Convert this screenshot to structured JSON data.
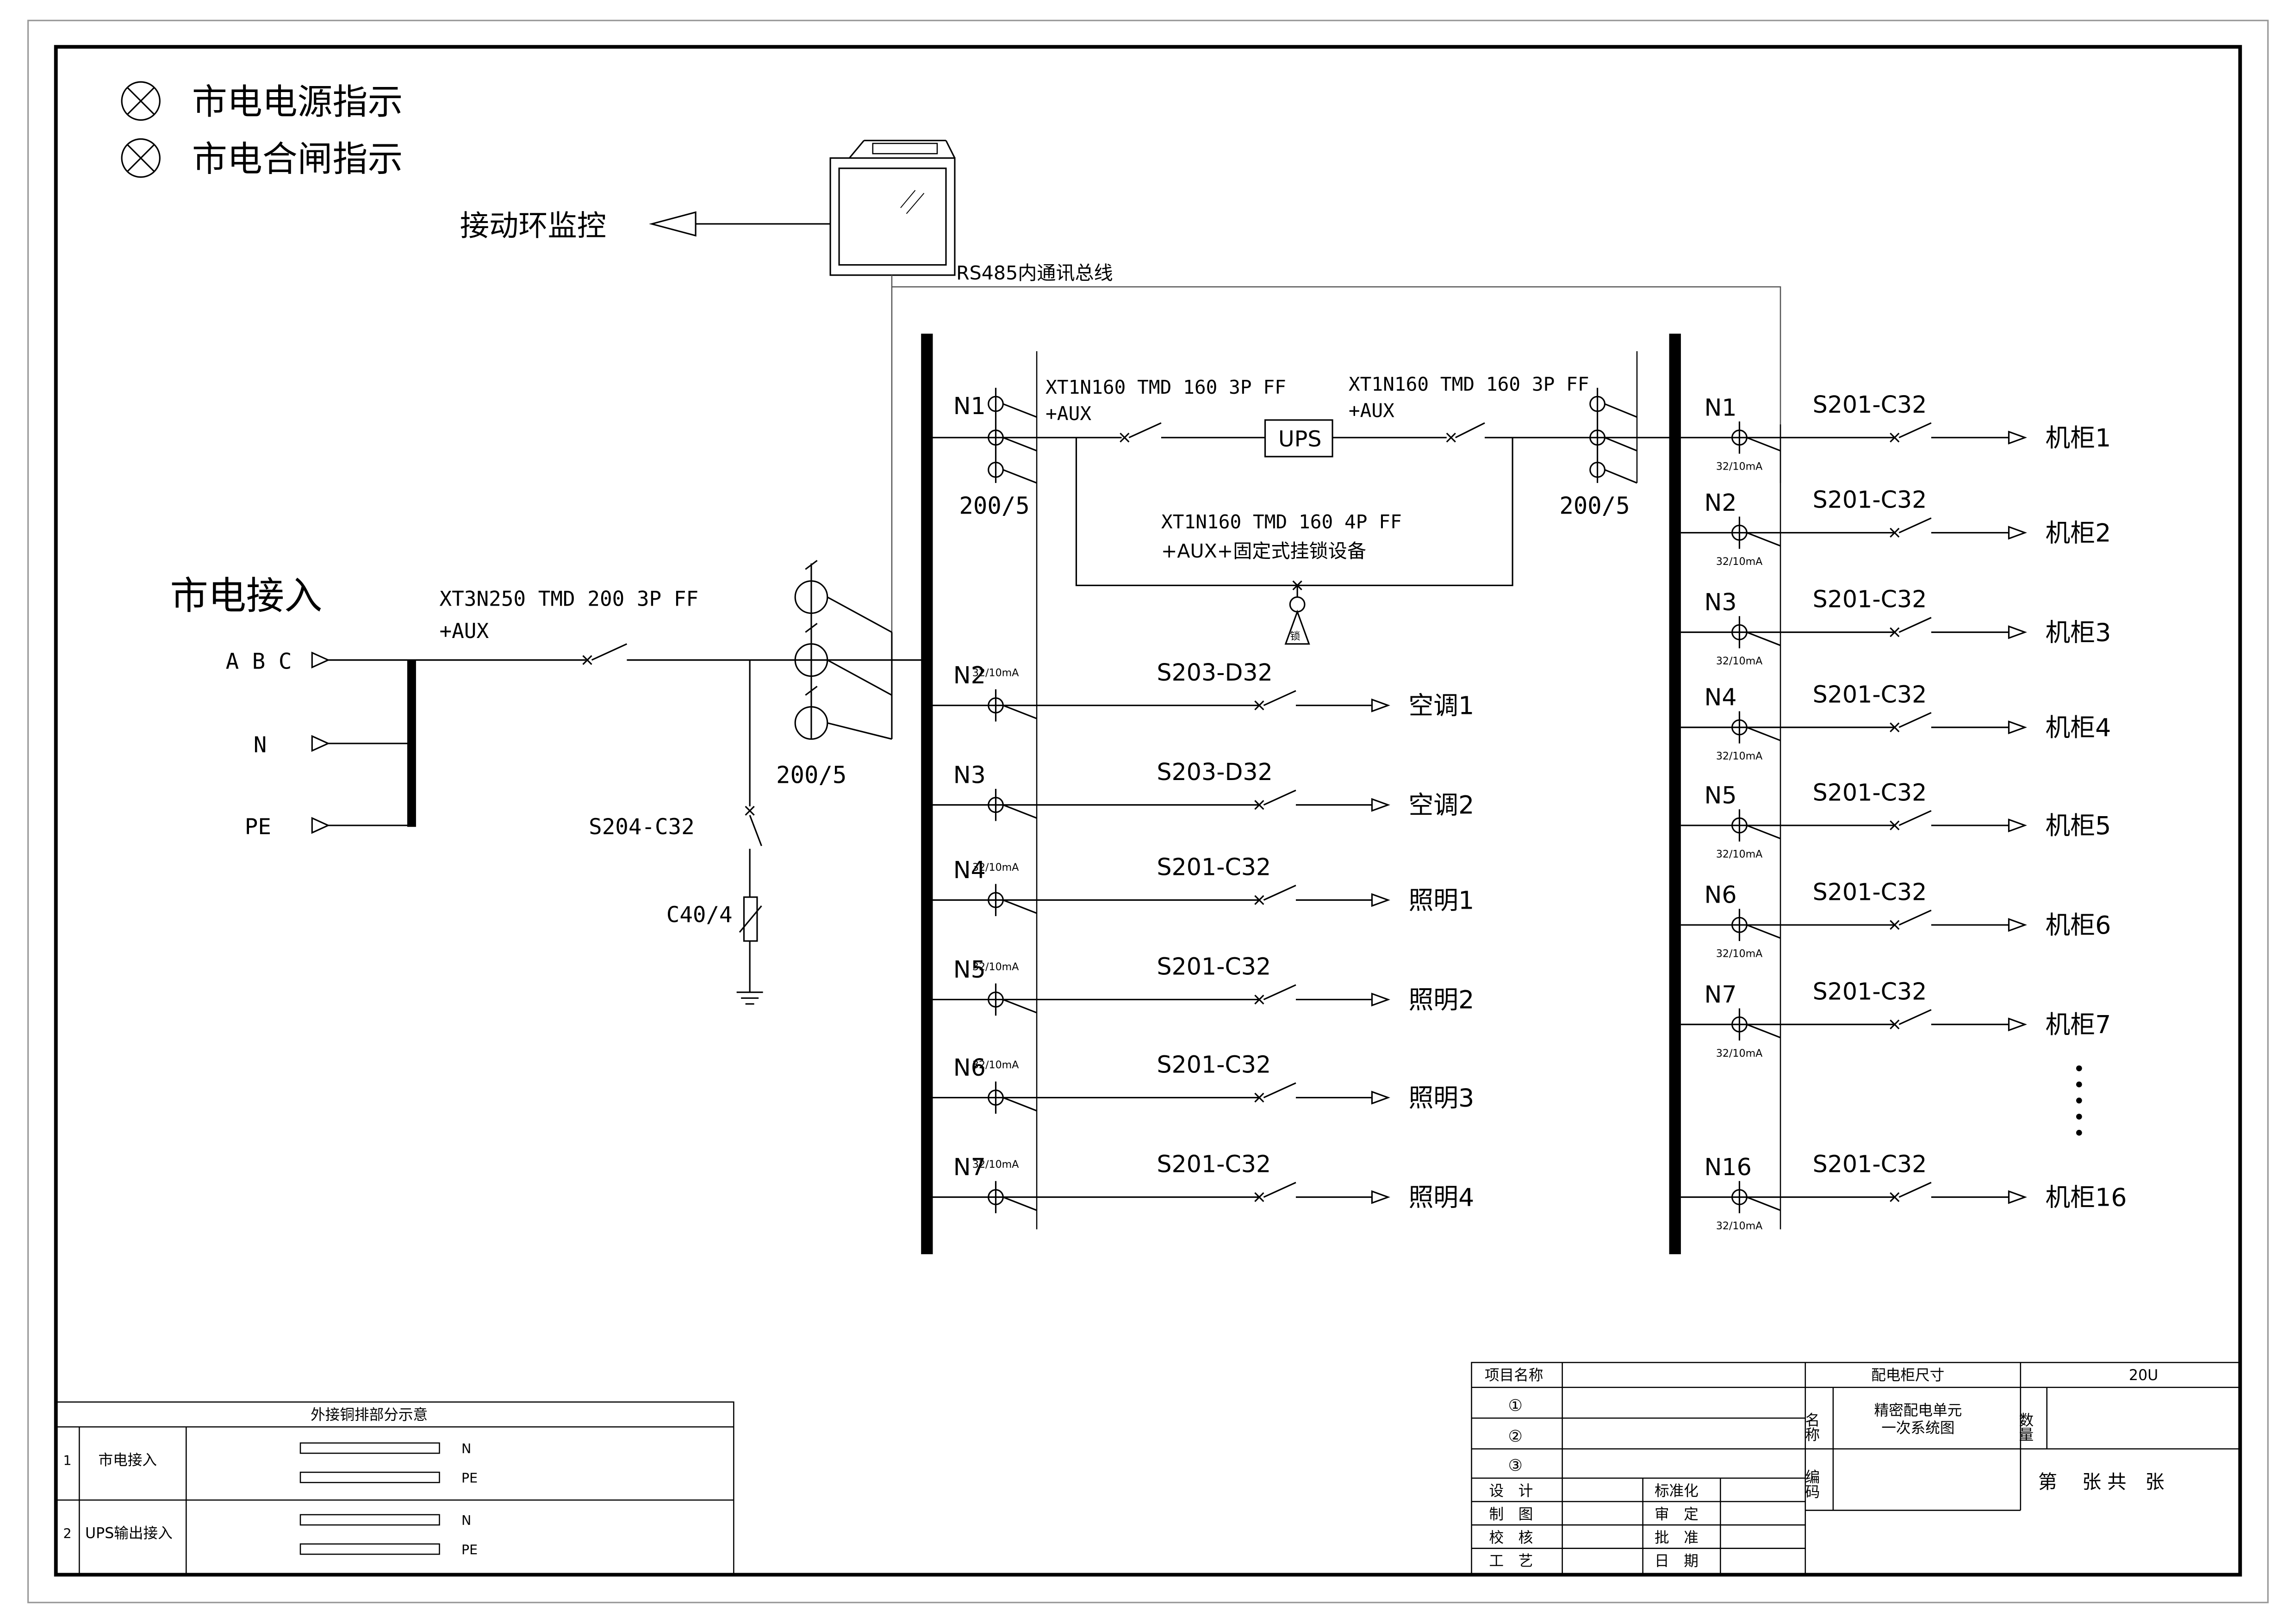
{
  "legend": {
    "items": [
      {
        "label": "市电电源指示",
        "icon": "indicator-lamp-icon"
      },
      {
        "label": "市电合闸指示",
        "icon": "indicator-lamp-icon"
      }
    ]
  },
  "monitor": {
    "label": "接动环监控",
    "bus_label": "RS485内通讯总线",
    "icon": "touch-panel-icon"
  },
  "incoming": {
    "title": "市电接入",
    "terminals": [
      "A B C",
      "N",
      "PE"
    ],
    "main_breaker": [
      "XT3N250 TMD 200 3P FF",
      "+AUX"
    ],
    "ct_ratio": "200/5",
    "spd_breaker": "S204-C32",
    "spd": "C40/4"
  },
  "left_panel": {
    "n1": {
      "label": "N1",
      "ct_ratio": "200/5",
      "ups_in_breaker": [
        "XT1N160 TMD 160 3P FF",
        "+AUX"
      ],
      "ups": "UPS",
      "ups_out_breaker": [
        "XT1N160 TMD 160 3P FF",
        "+AUX"
      ],
      "bypass_breaker": [
        "XT1N160 TMD 160 4P FF",
        "+AUX+固定式挂锁设备"
      ],
      "lock_label": "锁",
      "ups_out_ct_ratio": "200/5"
    },
    "feeders": [
      {
        "label": "N2",
        "rating": "32/10mA",
        "breaker": "S203-D32",
        "load": "空调1"
      },
      {
        "label": "N3",
        "rating": "",
        "breaker": "S203-D32",
        "load": "空调2"
      },
      {
        "label": "N4",
        "rating": "32/10mA",
        "breaker": "S201-C32",
        "load": "照明1"
      },
      {
        "label": "N5",
        "rating": "32/10mA",
        "breaker": "S201-C32",
        "load": "照明2"
      },
      {
        "label": "N6",
        "rating": "32/10mA",
        "breaker": "S201-C32",
        "load": "照明3"
      },
      {
        "label": "N7",
        "rating": "32/10mA",
        "breaker": "S201-C32",
        "load": "照明4"
      }
    ]
  },
  "right_panel": {
    "feeders": [
      {
        "label": "N1",
        "rating": "32/10mA",
        "breaker": "S201-C32",
        "load": "机柜1"
      },
      {
        "label": "N2",
        "rating": "32/10mA",
        "breaker": "S201-C32",
        "load": "机柜2"
      },
      {
        "label": "N3",
        "rating": "32/10mA",
        "breaker": "S201-C32",
        "load": "机柜3"
      },
      {
        "label": "N4",
        "rating": "32/10mA",
        "breaker": "S201-C32",
        "load": "机柜4"
      },
      {
        "label": "N5",
        "rating": "32/10mA",
        "breaker": "S201-C32",
        "load": "机柜5"
      },
      {
        "label": "N6",
        "rating": "32/10mA",
        "breaker": "S201-C32",
        "load": "机柜6"
      },
      {
        "label": "N7",
        "rating": "32/10mA",
        "breaker": "S201-C32",
        "load": "机柜7"
      },
      {
        "label": "N16",
        "rating": "32/10mA",
        "breaker": "S201-C32",
        "load": "机柜16"
      }
    ]
  },
  "busbar_table": {
    "title": "外接铜排部分示意",
    "rows": [
      {
        "index": "1",
        "name": "市电接入",
        "bars": [
          "N",
          "PE"
        ]
      },
      {
        "index": "2",
        "name": "UPS输出接入",
        "bars": [
          "N",
          "PE"
        ]
      }
    ]
  },
  "title_block": {
    "project_label": "项目名称",
    "size_label": "配电柜尺寸",
    "size_value": "20U",
    "revisions": [
      "①",
      "②",
      "③"
    ],
    "name_label": "名称",
    "drawing_name": [
      "精密配电单元",
      "一次系统图"
    ],
    "qty_label": "数量",
    "code_label": "编码",
    "sheet_text": "第　 张 共　张",
    "roles_left": [
      "设　计",
      "制　图",
      "校　核",
      "工　艺"
    ],
    "roles_right": [
      "标准化",
      "审　定",
      "批　准",
      "日　期"
    ]
  }
}
